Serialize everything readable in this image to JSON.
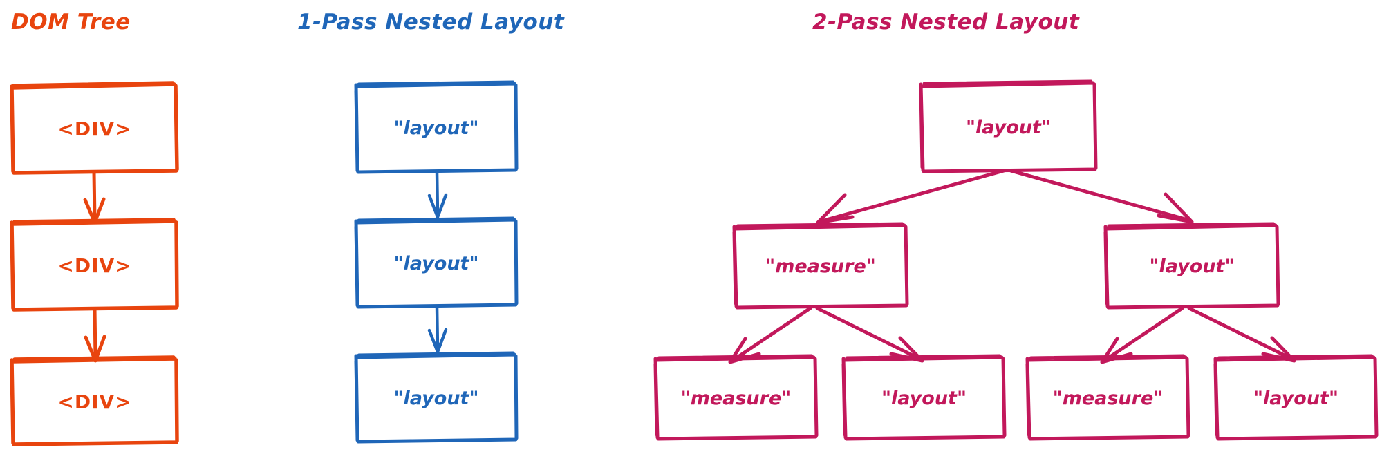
{
  "colors": {
    "dom_tree": "#E8440E",
    "one_pass": "#1F66B8",
    "two_pass": "#C2185B",
    "background": "#FFFFFF"
  },
  "columns": [
    {
      "id": "dom-tree",
      "title": "DOM Tree",
      "color": "#E8440E",
      "kind": "chain",
      "nodes": [
        {
          "label": "<DIV>"
        },
        {
          "label": "<DIV>"
        },
        {
          "label": "<DIV>"
        }
      ]
    },
    {
      "id": "one-pass-nested-layout",
      "title": "1-Pass Nested Layout",
      "color": "#1F66B8",
      "kind": "chain",
      "nodes": [
        {
          "label": "\"layout\""
        },
        {
          "label": "\"layout\""
        },
        {
          "label": "\"layout\""
        }
      ]
    },
    {
      "id": "two-pass-nested-layout",
      "title": "2-Pass Nested Layout",
      "color": "#C2185B",
      "kind": "tree",
      "levels": [
        {
          "nodes": [
            {
              "label": "\"layout\""
            }
          ]
        },
        {
          "nodes": [
            {
              "label": "\"measure\""
            },
            {
              "label": "\"layout\""
            }
          ]
        },
        {
          "nodes": [
            {
              "label": "\"measure\""
            },
            {
              "label": "\"layout\""
            },
            {
              "label": "\"measure\""
            },
            {
              "label": "\"layout\""
            }
          ]
        }
      ]
    }
  ]
}
